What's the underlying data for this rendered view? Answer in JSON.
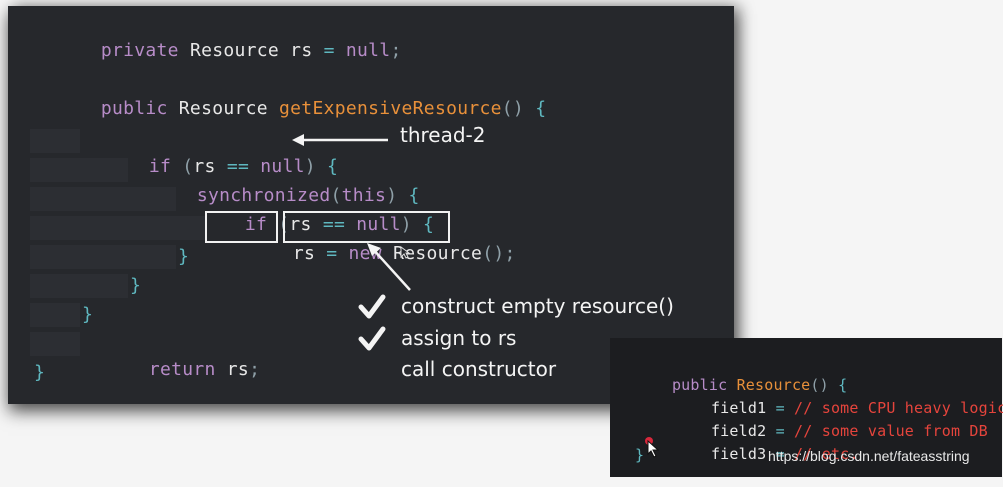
{
  "main_code": {
    "line1": {
      "k1": "private ",
      "t": "Resource",
      "v": " rs ",
      "op": "=",
      "n": " null",
      "p": ";"
    },
    "line2": {
      "k": "public ",
      "t": "Resource ",
      "fn": "getExpensiveResource",
      "p": "()",
      "b": " {"
    },
    "line3": {
      "k": "if ",
      "p1": "(",
      "t": "rs ",
      "op": "==",
      "n": " null",
      "p2": ")",
      "b": " {"
    },
    "line4": {
      "k": "synchronized",
      "p1": "(",
      "n": "this",
      "p2": ")",
      "b": " {"
    },
    "line5": {
      "k": "if ",
      "p1": "(",
      "t": "rs ",
      "op": "==",
      "n": " null",
      "p2": ")",
      "b": " {"
    },
    "line6": {
      "t1": "rs ",
      "op": "= ",
      "k": "new ",
      "t2": "Resource",
      "p": "();"
    },
    "close1": "}",
    "close2": "}",
    "close3": "}",
    "ret": {
      "k": "return ",
      "t": "rs",
      "p": ";"
    },
    "close4": "}"
  },
  "annotations": {
    "thread_label": "thread-2",
    "step1": "construct empty resource()",
    "step2": "assign to rs",
    "step3": "call constructor"
  },
  "inset_code": {
    "line1": {
      "k": "public ",
      "fn": "Resource",
      "p": "()",
      "b": " {"
    },
    "f1": {
      "name": "field1 ",
      "op": "= ",
      "cm": "// some CPU heavy logic"
    },
    "f2": {
      "name": "field2 ",
      "op": "= ",
      "cm": "// some value from DB"
    },
    "f3": {
      "name": "field3 ",
      "op": "= ",
      "cm": "// etc."
    },
    "close": "}"
  },
  "watermark": "https://blog.csdn.net/fateasstring",
  "colors": {
    "background": "#26282c",
    "keyword": "#b78cc8",
    "function": "#e8903a",
    "operator": "#5fb8c0",
    "comment": "#e5443c"
  }
}
